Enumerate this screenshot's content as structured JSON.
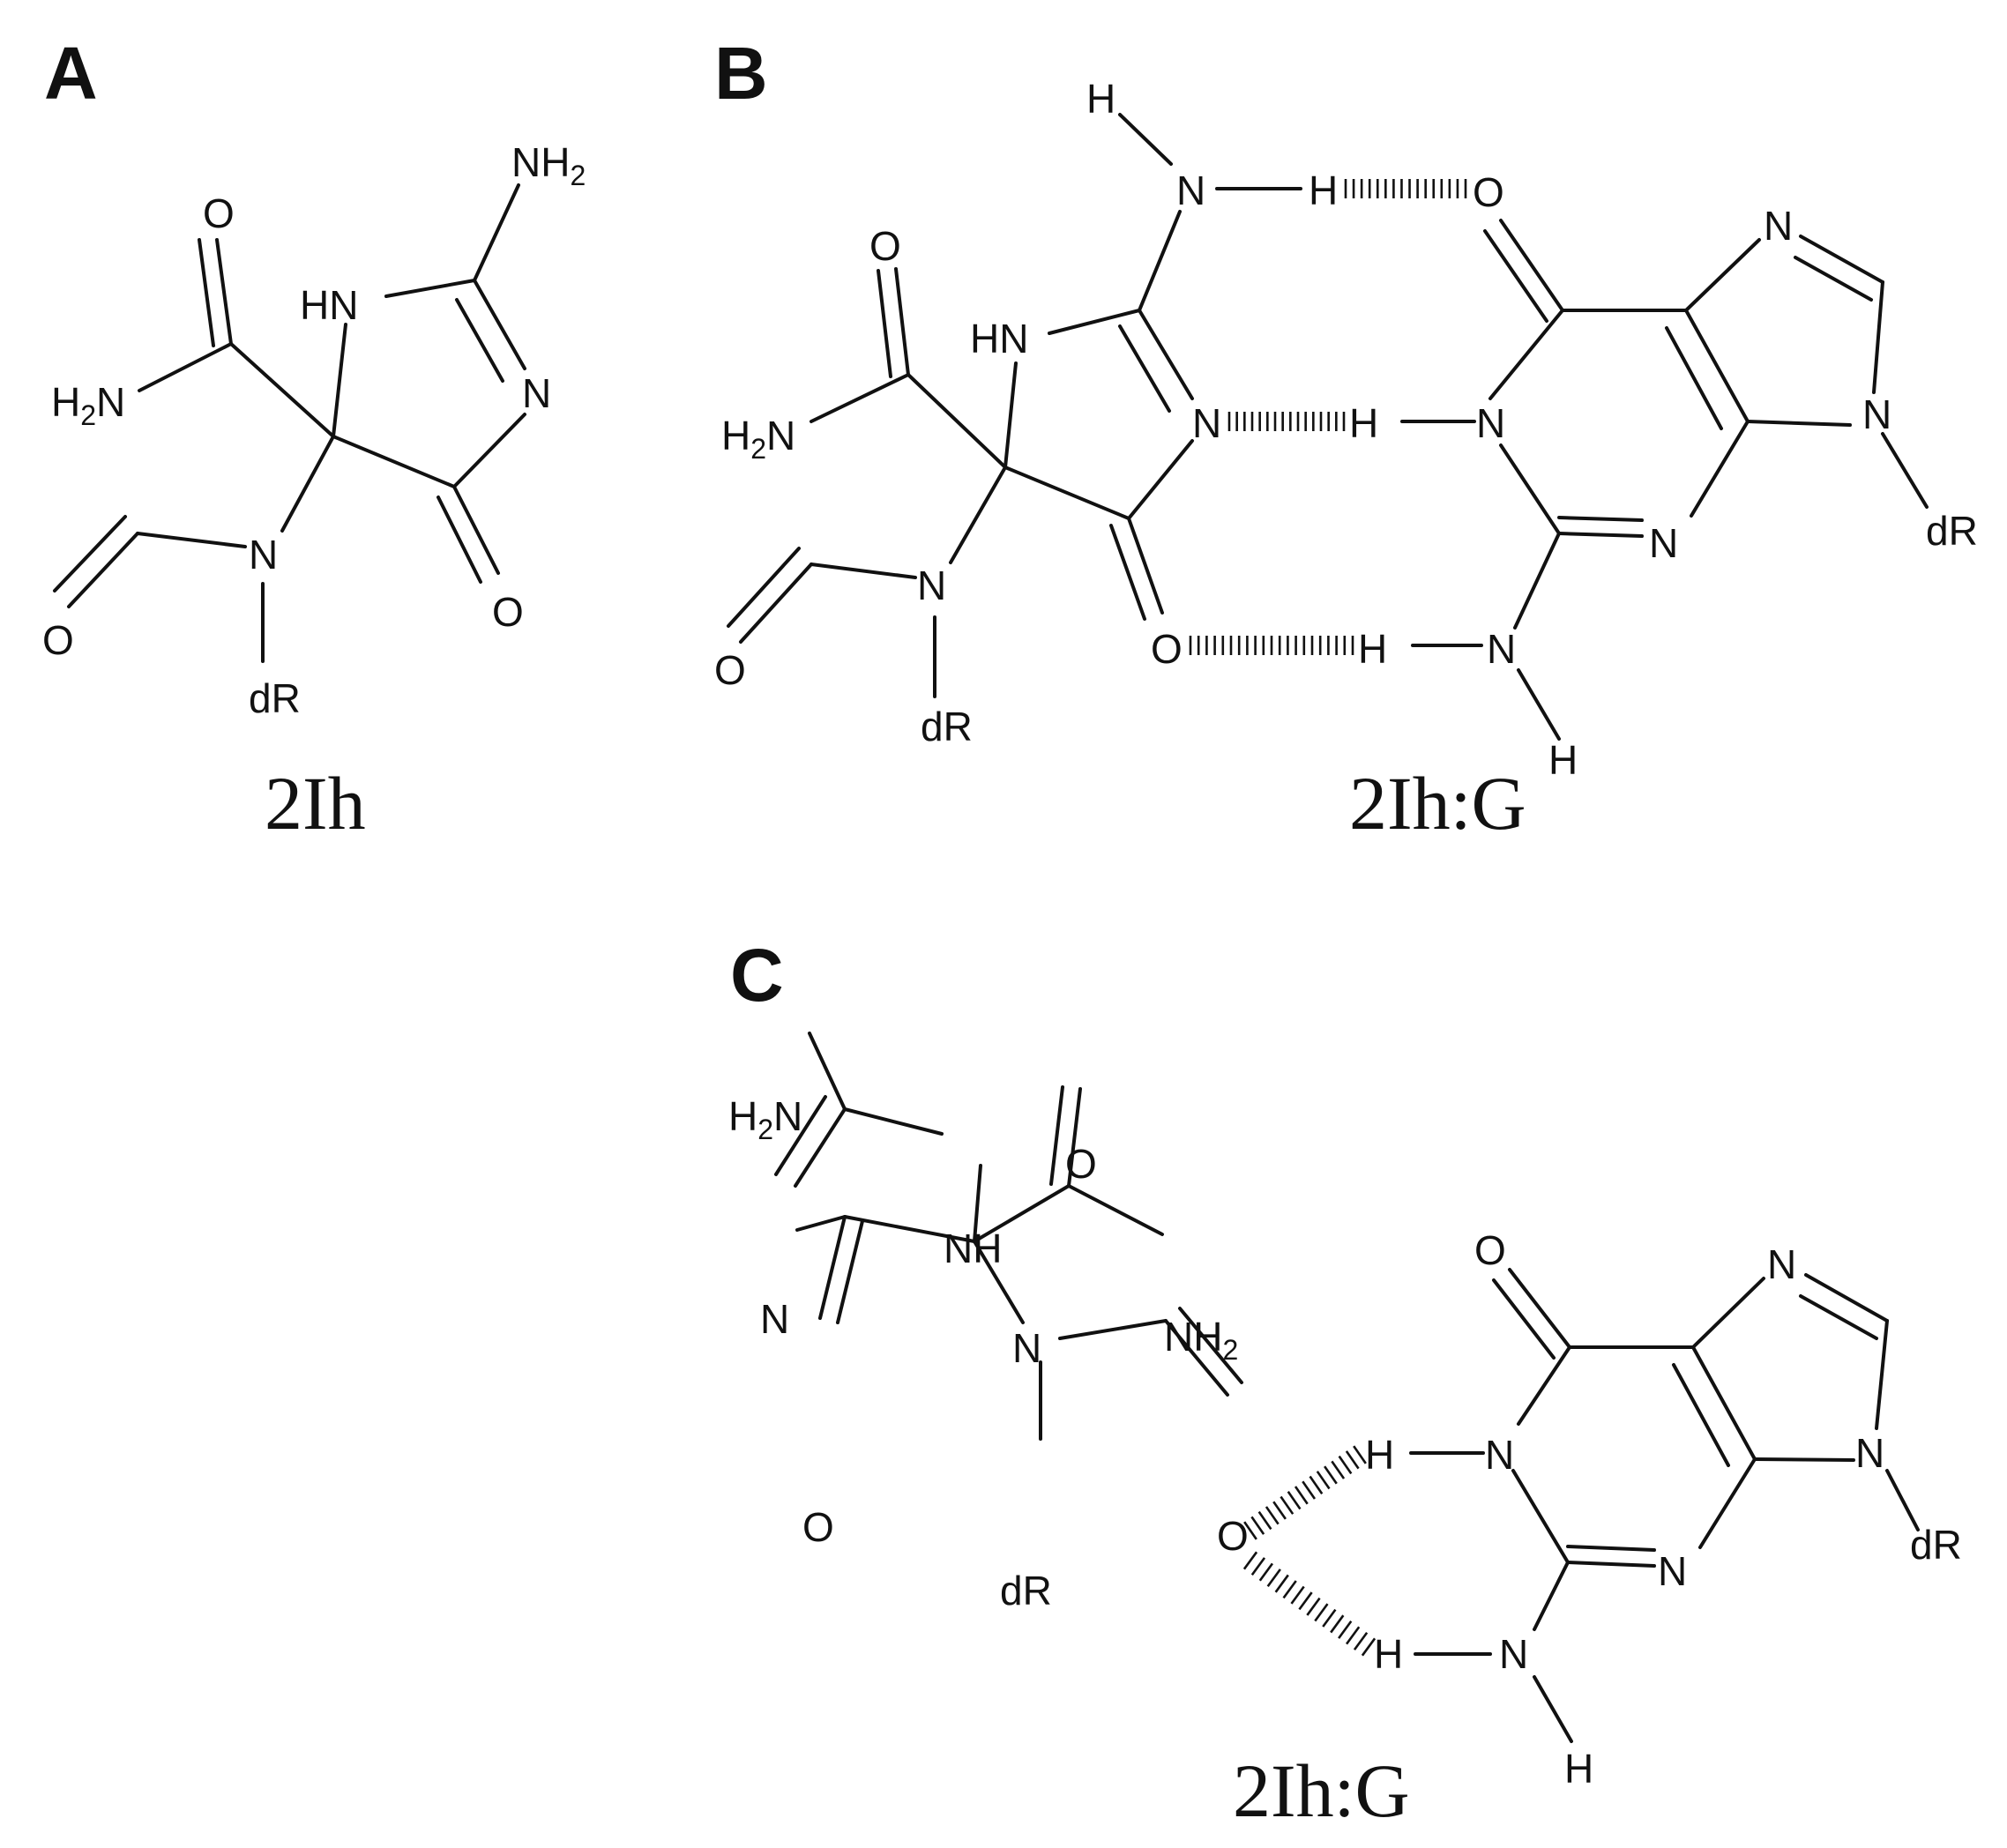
{
  "panels": [
    {
      "label": "A",
      "caption": "2Ih"
    },
    {
      "label": "B",
      "caption": "2Ih:G"
    },
    {
      "label": "C",
      "caption": "2Ih:G"
    }
  ],
  "atoms": {
    "O": "O",
    "N": "N",
    "HN": "HN",
    "NH": "NH",
    "H": "H",
    "NH2_main": "NH",
    "NH2_sub": "2",
    "H2N_H": "H",
    "H2N_sub": "2",
    "H2N_N": "N",
    "dR": "dR"
  }
}
